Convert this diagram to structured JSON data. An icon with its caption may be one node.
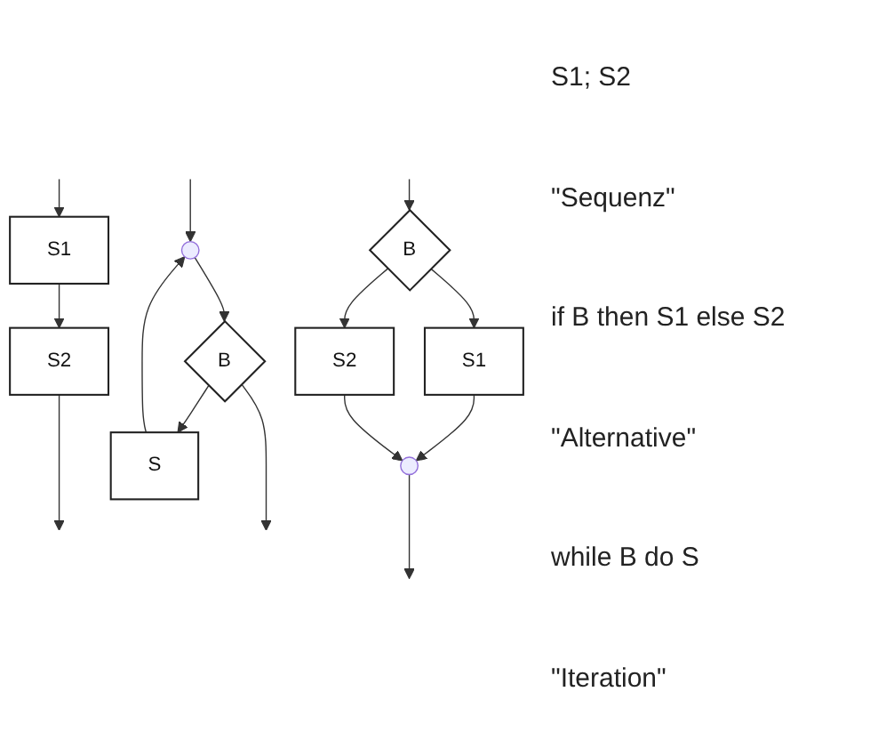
{
  "diagram": {
    "nodes": [
      {
        "text": [
          "S1"
        ]
      },
      {
        "text": [
          "S2"
        ]
      },
      {
        "text": [
          "B"
        ]
      },
      {
        "text": [
          "S1"
        ]
      },
      {
        "text": [
          "S2"
        ]
      },
      {
        "text": [],
        "shape": "circle"
      },
      {
        "text": [],
        "shape": "circle"
      },
      {
        "text": [
          "B"
        ]
      },
      {
        "text": [
          "S"
        ]
      }
    ],
    "edges": [
      {
        "from": null,
        "to": 0,
        "arrow": "to"
      },
      {
        "from": 0,
        "to": 1,
        "arrow": "to"
      },
      {
        "from": 1,
        "to": null,
        "arrow": "to"
      },
      {
        "from": null,
        "to": 2,
        "arrow": "to"
      },
      {
        "from": 2,
        "to": 3,
        "arrow": "to"
      },
      {
        "from": 2,
        "to": 4,
        "arrow": "to"
      },
      {
        "from": 3,
        "to": 5,
        "arrow": "to"
      },
      {
        "from": 4,
        "to": 5,
        "arrow": "to"
      },
      {
        "from": 5,
        "to": null,
        "arrow": "to"
      },
      {
        "from": null,
        "to": 6,
        "arrow": "to"
      },
      {
        "from": 6,
        "to": 7,
        "arrow": "to"
      },
      {
        "from": 7,
        "to": 8,
        "arrow": "to"
      },
      {
        "from": 8,
        "to": 6,
        "arrow": "to"
      },
      {
        "from": 7,
        "to": null,
        "arrow": "to"
      }
    ],
    "labels": [
      "S1; S2",
      "\"Sequenz\"",
      "if B then S1 else S2",
      "\"Alternative\"",
      "while B do S",
      "\"Iteration\""
    ]
  }
}
